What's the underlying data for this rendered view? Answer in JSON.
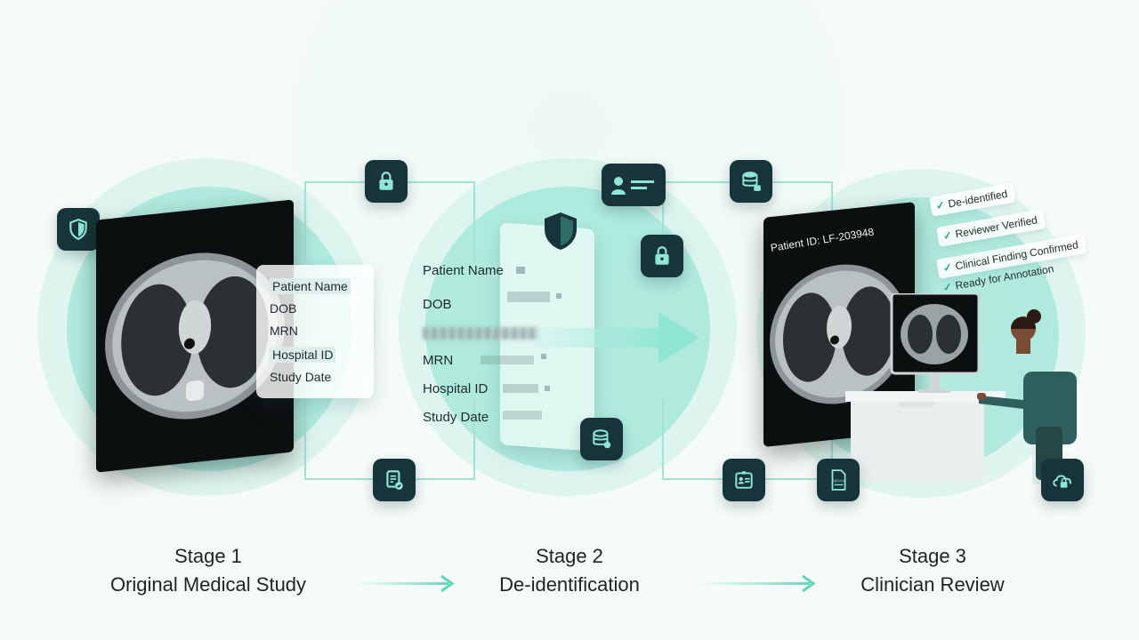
{
  "stages": [
    {
      "number_label": "Stage 1",
      "name": "Original Medical Study"
    },
    {
      "number_label": "Stage 2",
      "name": "De-identification"
    },
    {
      "number_label": "Stage 3",
      "name": "Clinician Review"
    }
  ],
  "stage1": {
    "metadata_fields": [
      "Patient Name",
      "DOB",
      "MRN",
      "Hospital ID",
      "Study Date"
    ]
  },
  "stage2": {
    "metadata_fields": [
      "Patient Name",
      "DOB",
      "MRN",
      "Hospital ID",
      "Study Date"
    ]
  },
  "stage3": {
    "patient_id_label": "Patient ID: LF-203948",
    "checklist": [
      "De-identified",
      "Reviewer Verified",
      "Clinical Finding Confirmed",
      "Ready for Annotation"
    ],
    "badge_label": "HIPAA"
  },
  "colors": {
    "accent": "#5fd6bc",
    "tile": "#17343a",
    "ring": "#78dec8"
  }
}
